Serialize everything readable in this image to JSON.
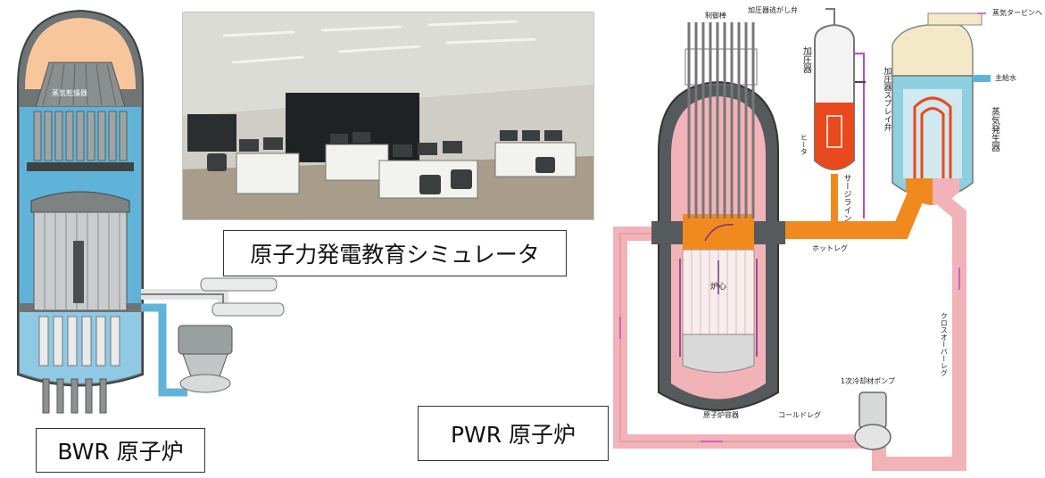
{
  "captions": {
    "bwr": "BWR 原子炉",
    "simulator": "原子力発電教育シミュレータ",
    "pwr": "PWR 原子炉"
  },
  "bwr_labels": {
    "steam_separator": "蒸気乾燥器"
  },
  "pwr_labels": {
    "control_rod": "制御棒",
    "relief_valve": "加圧器逃がし弁",
    "pressurizer": "加圧器",
    "spray_valve": "加圧器スプレイ弁",
    "heater": "ヒータ",
    "surge_line": "サージライン",
    "hot_leg": "ホットレグ",
    "core": "炉心",
    "vessel": "原子炉容器",
    "cold_leg": "コールドレグ",
    "pump": "1次冷却材ポンプ",
    "crossover_leg": "クロスオーバーレグ",
    "steam_generator": "蒸気発生器",
    "steam_turbine": "蒸気タービンへ",
    "feedwater": "主給水"
  },
  "colors": {
    "primary_pink": "#f2b3b8",
    "hot_orange": "#f08a1e",
    "vessel_gray": "#555a5c",
    "bwr_dome": "#f7c79b",
    "bwr_water": "#5fb3d9",
    "steam_cream": "#f3e8c8",
    "feed_blue": "#5cb5d8"
  }
}
